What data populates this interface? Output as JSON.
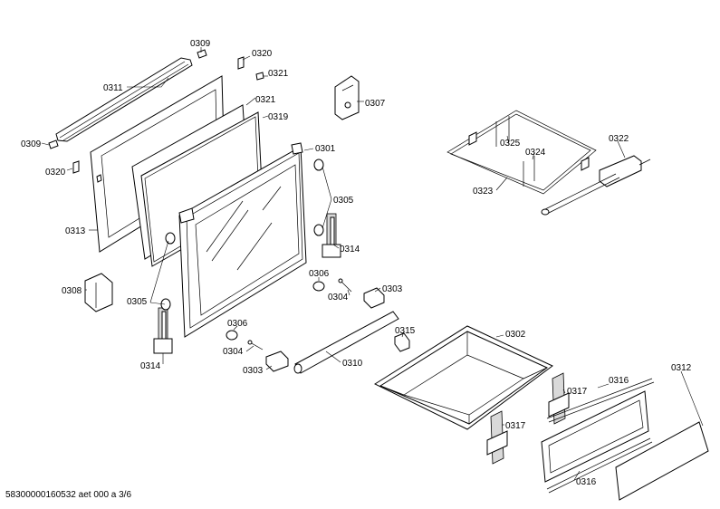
{
  "diagram": {
    "labels": {
      "l0309a": "0309",
      "l0320a": "0320",
      "l0321a": "0321",
      "l0321b": "0321",
      "l0311": "0311",
      "l0319": "0319",
      "l0307": "0307",
      "l0309b": "0309",
      "l0320b": "0320",
      "l0301": "0301",
      "l0305a": "0305",
      "l0313": "0313",
      "l0314a": "0314",
      "l0308": "0308",
      "l0306a": "0306",
      "l0304a": "0304",
      "l0303a": "0303",
      "l0305b": "0305",
      "l0306b": "0306",
      "l0304b": "0304",
      "l0314b": "0314",
      "l0303b": "0303",
      "l0310": "0310",
      "l0315": "0315",
      "l0302": "0302",
      "l0325": "0325",
      "l0324": "0324",
      "l0322": "0322",
      "l0323": "0323",
      "l0316a": "0316",
      "l0312": "0312",
      "l0317a": "0317",
      "l0317b": "0317",
      "l0316b": "0316"
    },
    "footer": "58300000160532 aet 000 a 3/6"
  }
}
